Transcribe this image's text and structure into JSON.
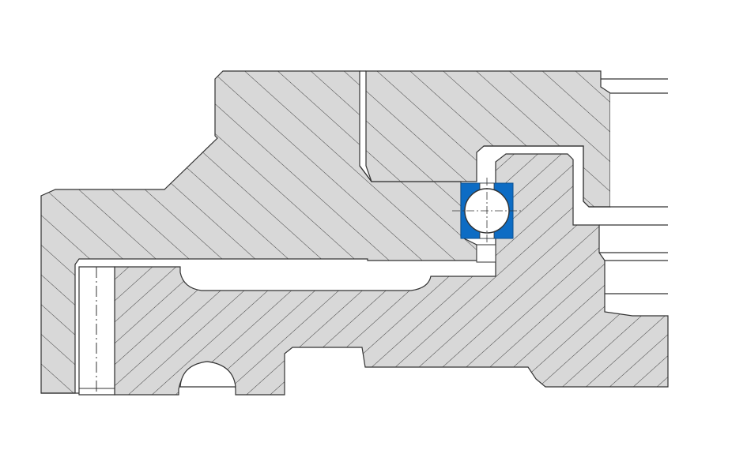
{
  "drawing": {
    "title": "",
    "kind": "bearing cross-section",
    "parts": [
      "outer-housing",
      "inner-ring",
      "ball-bearing",
      "bearing-cage",
      "seal-groove"
    ],
    "colors": {
      "background": "#ffffff",
      "section_fill": "#d8d8d8",
      "hatch": "#404040",
      "outline": "#333333",
      "cage_blue": "#0d6cc4",
      "ball": "#ffffff"
    }
  }
}
